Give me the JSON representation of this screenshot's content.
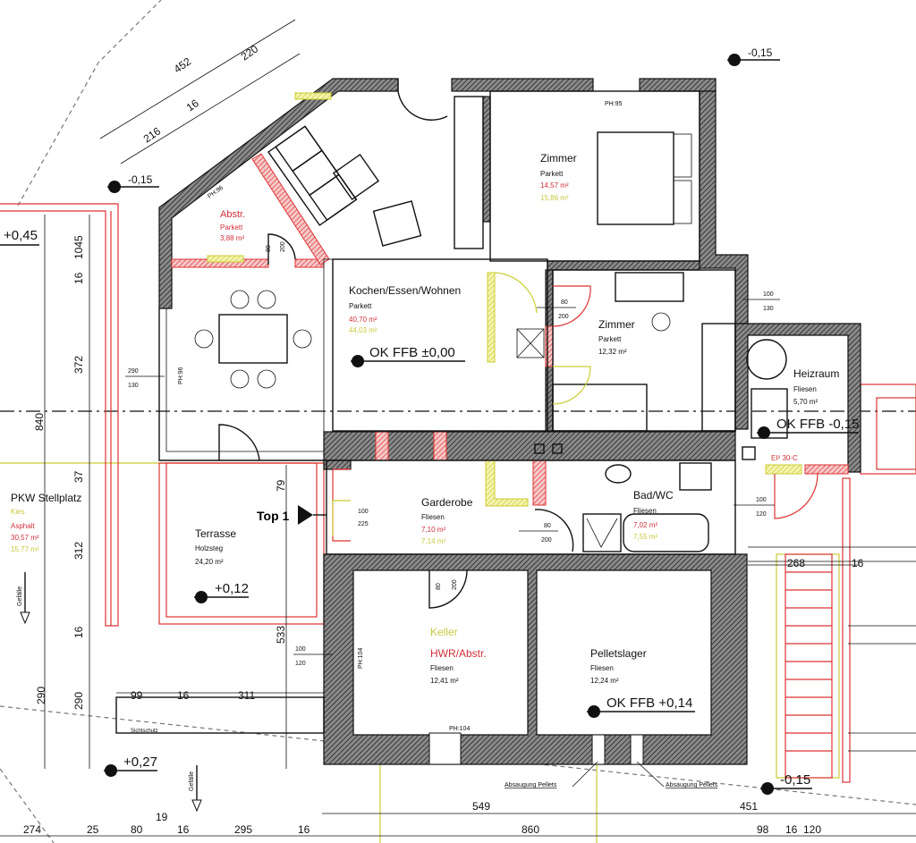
{
  "rooms": [
    {
      "name": "Abstr.",
      "floor": "Parkett",
      "area": "3,88 m²"
    },
    {
      "name": "Kochen/Essen/Wohnen",
      "floor": "Parkett",
      "area": "40,70 m²",
      "area2": "44,03 m²"
    },
    {
      "name": "Zimmer",
      "floor": "Parkett",
      "area": "14,57 m²",
      "area2": "15,86 m²"
    },
    {
      "name": "Zimmer",
      "floor": "Parkett",
      "area": "12,32 m²"
    },
    {
      "name": "Heizraum",
      "floor": "Fliesen",
      "area": "5,70 m²"
    },
    {
      "name": "PKW Stellplatz",
      "floor": "Kies",
      "floor2": "Asphalt",
      "area": "30,57 m²",
      "area2": "15,77 m²"
    },
    {
      "name": "Terrasse",
      "floor": "Holzsteg",
      "area": "24,20 m²"
    },
    {
      "name": "Garderobe",
      "floor": "Fliesen",
      "area": "7,10 m²",
      "area2": "7,14 m²"
    },
    {
      "name": "Bad/WC",
      "floor": "Fliesen",
      "area": "7,02 m²",
      "area2": "7,55 m²"
    },
    {
      "name": "Keller",
      "name2": "HWR/Abstr.",
      "floor": "Fliesen",
      "area": "12,41 m²"
    },
    {
      "name": "Pelletslager",
      "floor": "Fliesen",
      "area": "12,24 m²"
    }
  ],
  "levels": {
    "ffb_living": "OK FFB ±0,00",
    "ffb_heizraum": "OK FFB -0,15",
    "ffb_pellets": "OK FFB +0,14",
    "top_left": "-0,15",
    "top_right": "-0,15",
    "pkw": "+0,45",
    "terrasse": "+0,12",
    "bottom_left": "+0,27",
    "bottom_right": "-0,15"
  },
  "entrance": "Top 1",
  "dimensions": {
    "diag_452": "452",
    "diag_220": "220",
    "diag_216": "216",
    "diag_16": "16",
    "v_104": "1045",
    "v_16a": "16",
    "v_372": "372",
    "v_840": "840",
    "v_37": "37",
    "v_312": "312",
    "v_16b": "16",
    "v_290a": "290",
    "v_290b": "290",
    "v_79": "79",
    "v_533": "533",
    "h_99": "99",
    "h_16": "16",
    "h_311": "311",
    "b_274": "274",
    "b_25": "25",
    "b_80": "80",
    "b_19": "19",
    "b_16a": "16",
    "b_295": "295",
    "b_16b": "16",
    "b_860": "860",
    "b_549": "549",
    "b_451": "451",
    "b_98": "98",
    "b_16c": "16",
    "b_120": "120",
    "r_268": "268",
    "r_16": "16"
  },
  "openings": {
    "win_290_130": [
      "290",
      "130"
    ],
    "win_100_130": [
      "100",
      "130"
    ],
    "win_100_120_keller": [
      "100",
      "120"
    ],
    "win_100_120_stair": [
      "100",
      "120"
    ],
    "door_zimmer": [
      "80",
      "200"
    ],
    "door_bad": [
      "80",
      "200"
    ],
    "door_keller": [
      "80",
      "200"
    ],
    "door_abstr": [
      "80",
      "200"
    ],
    "door_entry": [
      "100",
      "225"
    ]
  },
  "annotations": {
    "ph95": "PH:95",
    "ph96a": "PH:96",
    "ph96b": "PH:96",
    "ph104a": "PH:104",
    "ph104b": "PH:104",
    "sichtschutz": "Sichtschutz",
    "absaugung1": "Absaugung Pellets",
    "absaugung2": "Absaugung Pellets",
    "fire_door": "EI² 30-C",
    "gefaelle1": "Gefälle",
    "gefaelle2": "Gefälle"
  },
  "colors": {
    "wall": "#555555",
    "existing_red": "#d33333",
    "new_yellow": "#cccc33"
  }
}
